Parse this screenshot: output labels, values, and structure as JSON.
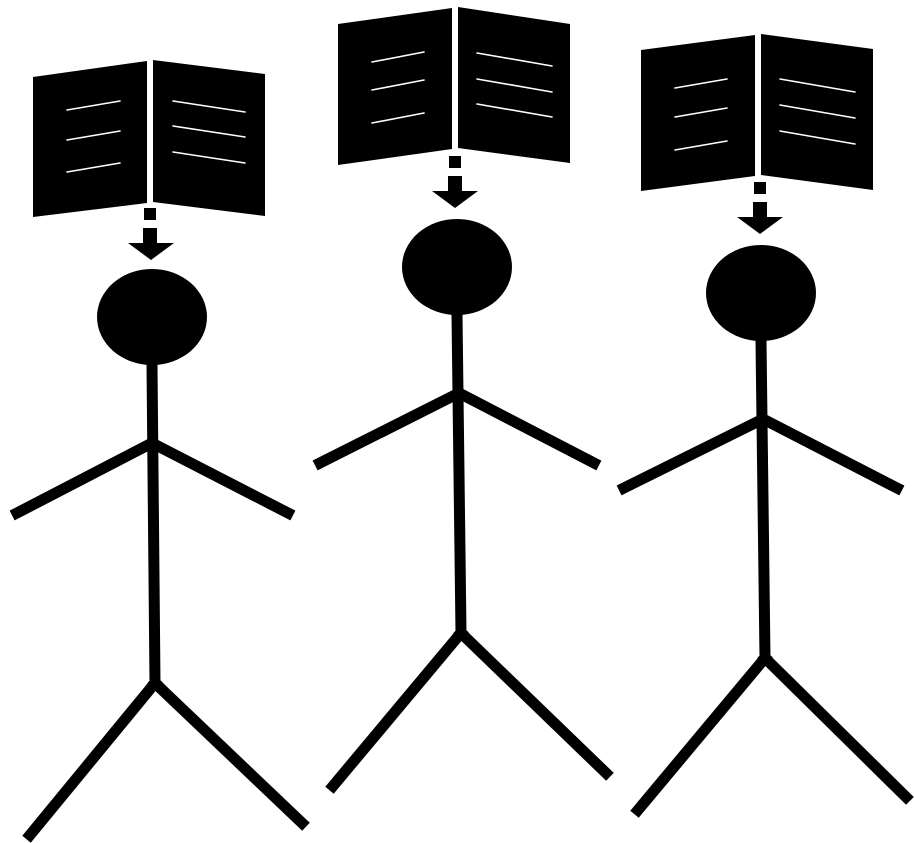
{
  "figures": [
    {
      "id": "figure-1"
    },
    {
      "id": "figure-2"
    },
    {
      "id": "figure-3"
    }
  ],
  "colors": {
    "ink": "#000000",
    "background": "#ffffff",
    "book_lines": "#ffffff"
  },
  "icons": [
    "open-book-icon",
    "down-arrow-icon",
    "stick-figure"
  ]
}
